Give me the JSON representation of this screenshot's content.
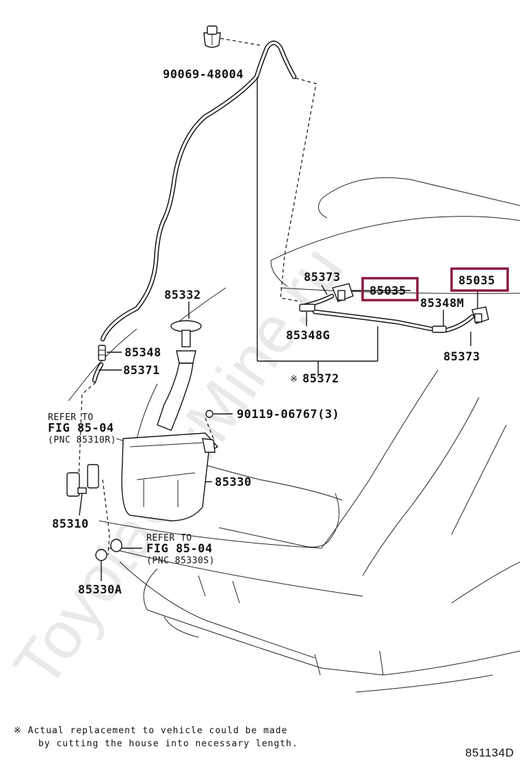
{
  "watermark": "ToyotaCarMine.ru",
  "figure_id": "851134D",
  "callouts": [
    {
      "id": "c1",
      "text": "90069-48004"
    },
    {
      "id": "c2",
      "text": "85373"
    },
    {
      "id": "c3",
      "text": "85035"
    },
    {
      "id": "c4",
      "text": "85035"
    },
    {
      "id": "c5",
      "text": "85348M"
    },
    {
      "id": "c6",
      "text": "85332"
    },
    {
      "id": "c7",
      "text": "85348G"
    },
    {
      "id": "c8",
      "text": "85373"
    },
    {
      "id": "c9",
      "text": "85348"
    },
    {
      "id": "c10",
      "text": "85371"
    },
    {
      "id": "c11",
      "text": "85372"
    },
    {
      "id": "c12",
      "text": "90119-06767(3)"
    },
    {
      "id": "c13",
      "text": "85330"
    },
    {
      "id": "c14",
      "text": "85310"
    },
    {
      "id": "c15",
      "text": "85330A"
    }
  ],
  "refer_a": {
    "line1": "REFER TO",
    "line2": "FIG  85-04",
    "line3": "(PNC 85310R)"
  },
  "refer_b": {
    "line1": "REFER TO",
    "line2": "FIG  85-04",
    "line3": "(PNC 85330S)"
  },
  "star_mark": "※",
  "footnote": {
    "line1": "※ Actual replacement to vehicle could be made",
    "line2": "by cutting the house into necessary length."
  },
  "highlight_color": "#8b1a3a"
}
